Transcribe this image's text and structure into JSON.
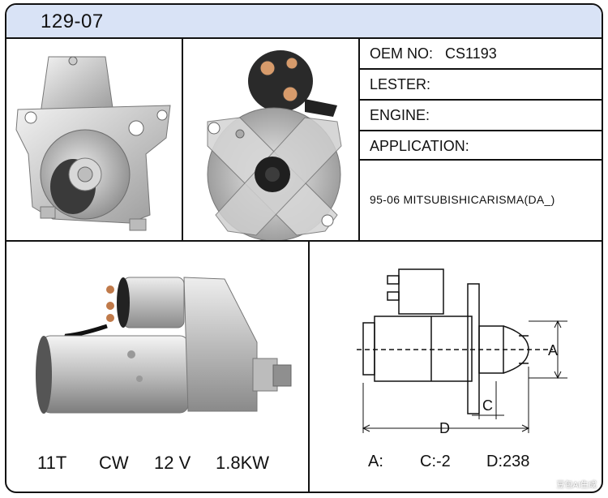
{
  "header": {
    "part_code": "129-07"
  },
  "specs": {
    "oem_label": "OEM NO:",
    "oem_value": "CS1193",
    "lester_label": "LESTER:",
    "engine_label": "ENGINE:",
    "application_label": "APPLICATION:",
    "application_value": "95-06 MITSUBISHICARISMA(DA_)"
  },
  "ratings": {
    "teeth": "11T",
    "rotation": "CW",
    "voltage": "12 V",
    "power": "1.8KW"
  },
  "dimensions": {
    "a": "A:",
    "c": "C:-2",
    "d": "D:238",
    "label_a": "A",
    "label_c": "C",
    "label_d": "D"
  },
  "watermark": "豆包AI生成",
  "colors": {
    "header_bg": "#d9e3f6",
    "border": "#111111"
  }
}
